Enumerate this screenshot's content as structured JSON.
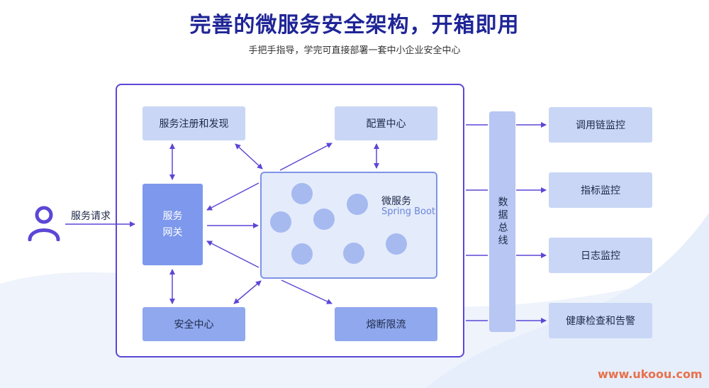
{
  "header": {
    "title": "完善的微服务安全架构，开箱即用",
    "subtitle": "手把手指导，学完可直接部署一套中小企业安全中心"
  },
  "client": {
    "icon": "user-icon",
    "request_label": "服务请求"
  },
  "components": {
    "registry": "服务注册和发现",
    "config": "配置中心",
    "gateway_line1": "服务",
    "gateway_line2": "网关",
    "microservice_title": "微服务",
    "microservice_sub": "Spring Boot",
    "security": "安全中心",
    "circuit_breaker": "熔断限流"
  },
  "bus": {
    "label": "数据总线"
  },
  "monitors": [
    {
      "label": "调用链监控"
    },
    {
      "label": "指标监控"
    },
    {
      "label": "日志监控"
    },
    {
      "label": "健康检查和告警"
    }
  ],
  "watermark": "www.ukoou.com",
  "colors": {
    "title": "#1f2596",
    "frame": "#5b47d6",
    "arrow": "#5b47d6",
    "box_light": "#c9d6f6",
    "box_mid": "#8fa8ee",
    "watermark": "#e8704b"
  }
}
